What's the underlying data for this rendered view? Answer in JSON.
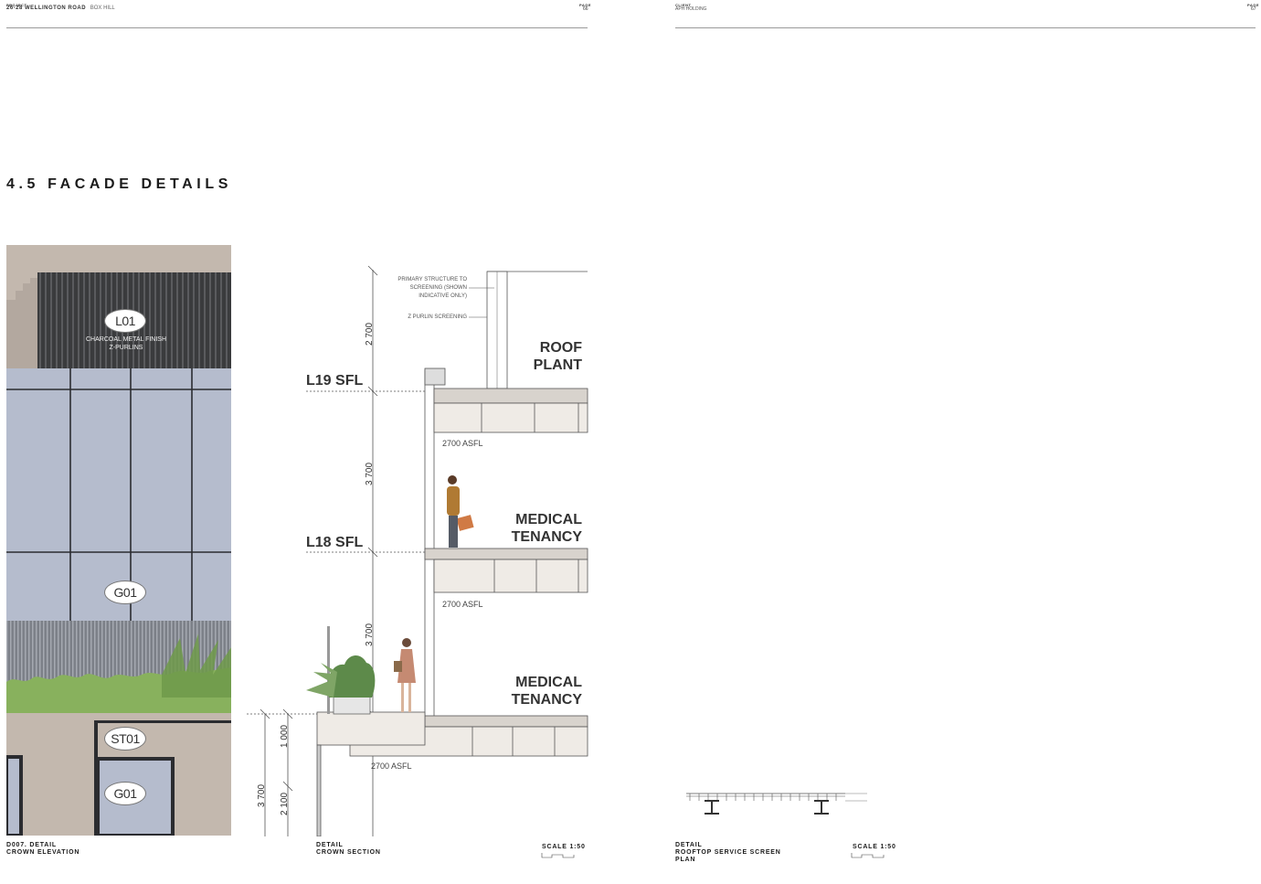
{
  "left_page": {
    "header_small": "PROJECT",
    "project_name": "26-28 WELLINGTON ROAD",
    "project_location": "BOX HILL",
    "page_label": "PAGE",
    "page_number": "66"
  },
  "right_page": {
    "header_small": "CLIENT",
    "client_name": "APH HOLDING",
    "page_label": "PAGE",
    "page_number": "67"
  },
  "section_title": "4.5 FACADE DETAILS",
  "elevation": {
    "tags": {
      "l01": "L01",
      "g01_upper": "G01",
      "st01": "ST01",
      "g01_lower": "G01"
    },
    "l01_note_line1": "CHARCOAL METAL FINISH",
    "l01_note_line2": "Z-PURLINS",
    "caption_line1": "D007. DETAIL",
    "caption_line2": "CROWN ELEVATION"
  },
  "section": {
    "levels": {
      "l19": "L19 SFL",
      "l18": "L18 SFL"
    },
    "zones": {
      "roof_line1": "ROOF",
      "roof_line2": "PLANT",
      "med1_line1": "MEDICAL",
      "med1_line2": "TENANCY",
      "med2_line1": "MEDICAL",
      "med2_line2": "TENANCY"
    },
    "asfl": {
      "a1": "2700 ASFL",
      "a2": "2700 ASFL",
      "a3": "2700 ASFL"
    },
    "dims": {
      "d1": "2 700",
      "d2": "3 700",
      "d3": "3 700",
      "d4": "1 000",
      "d5": "3 700",
      "d6": "2 100"
    },
    "callout_1_line1": "PRIMARY STRUCTURE TO",
    "callout_1_line2": "SCREENING (SHOWN",
    "callout_1_line3": "INDICATIVE ONLY)",
    "callout_2": "Z PURLIN SCREENING",
    "caption_line1": "DETAIL",
    "caption_line2": "CROWN SECTION",
    "scale": "SCALE 1:50"
  },
  "plan": {
    "caption_line1": "DETAIL",
    "caption_line2": "ROOFTOP SERVICE SCREEN",
    "caption_line3": "PLAN",
    "scale": "SCALE 1:50"
  },
  "colors": {
    "panel_blue": "#b5bccd",
    "charcoal": "#3f4042",
    "stone": "#c3b8ae",
    "planting": "#88b15d",
    "slab": "#efebe6"
  }
}
